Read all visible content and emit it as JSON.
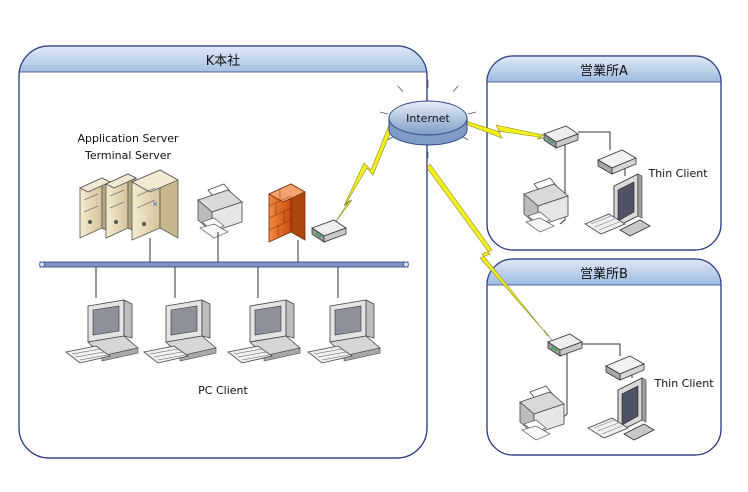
{
  "hq": {
    "title": "K本社",
    "server_label_1": "Application  Server",
    "server_label_2": "Terminal Server",
    "pc_client_label": "PC Client"
  },
  "internet": {
    "label": "Internet"
  },
  "branch_a": {
    "title": "営業所A",
    "thin_client_label": "Thin Client"
  },
  "branch_b": {
    "title": "営業所B",
    "thin_client_label": "Thin Client"
  },
  "colors": {
    "panel_border": "#2e3f86",
    "panel_header": "#a9c3e4",
    "lightning": "#f3ee1d",
    "firewall": "#e8651c",
    "cloud": "#a6bcd9"
  }
}
